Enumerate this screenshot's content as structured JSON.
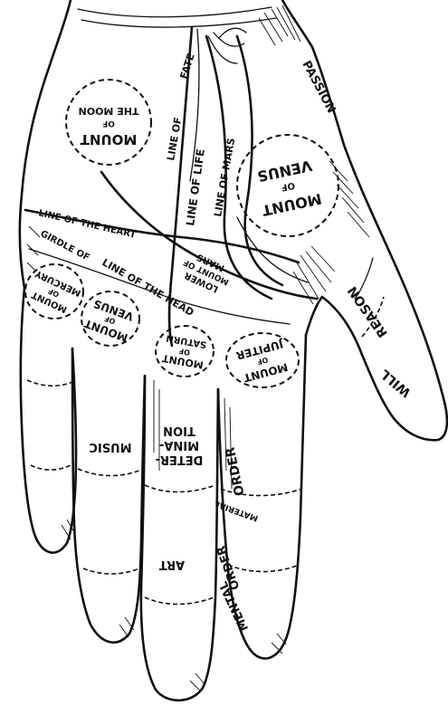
{
  "labels": {
    "mount_moon": [
      "MOUNT",
      "OF",
      "THE MOON"
    ],
    "fate": "FATE",
    "line_of": "LINE OF",
    "line_of_life": "LINE OF LIFE",
    "line_of_mars": "LINE OF MARS",
    "passion": "PASSION",
    "mount_venus": [
      "MOUNT",
      "OF",
      "VENUS"
    ],
    "girdle_of_venus": "GIRDLE OF",
    "line_of_heart": "LINE OF THE HEART",
    "line_of_head": "LINE OF THE HEAD",
    "lower_mount_mars": [
      "LOWER",
      "MOUNT OF",
      "MARS"
    ],
    "mount_mercury": [
      "MOUNT",
      "OF",
      "MERCURY"
    ],
    "mount_venus_small": [
      "MOUNT",
      "OF",
      "VENUS"
    ],
    "mount_saturn": [
      "MOUNT",
      "OF",
      "SATURN"
    ],
    "mount_jupiter": [
      "MOUNT",
      "OF",
      "JUPITER"
    ],
    "reason": "REASON",
    "will": "WILL",
    "music": "MUSIC",
    "determination": [
      "DETER-",
      "MINA-",
      "TION"
    ],
    "order_upper": "ORDER",
    "material": "MATERIAL",
    "art": "ART",
    "order_lower": "ORDER",
    "mental": "MENTAL"
  }
}
